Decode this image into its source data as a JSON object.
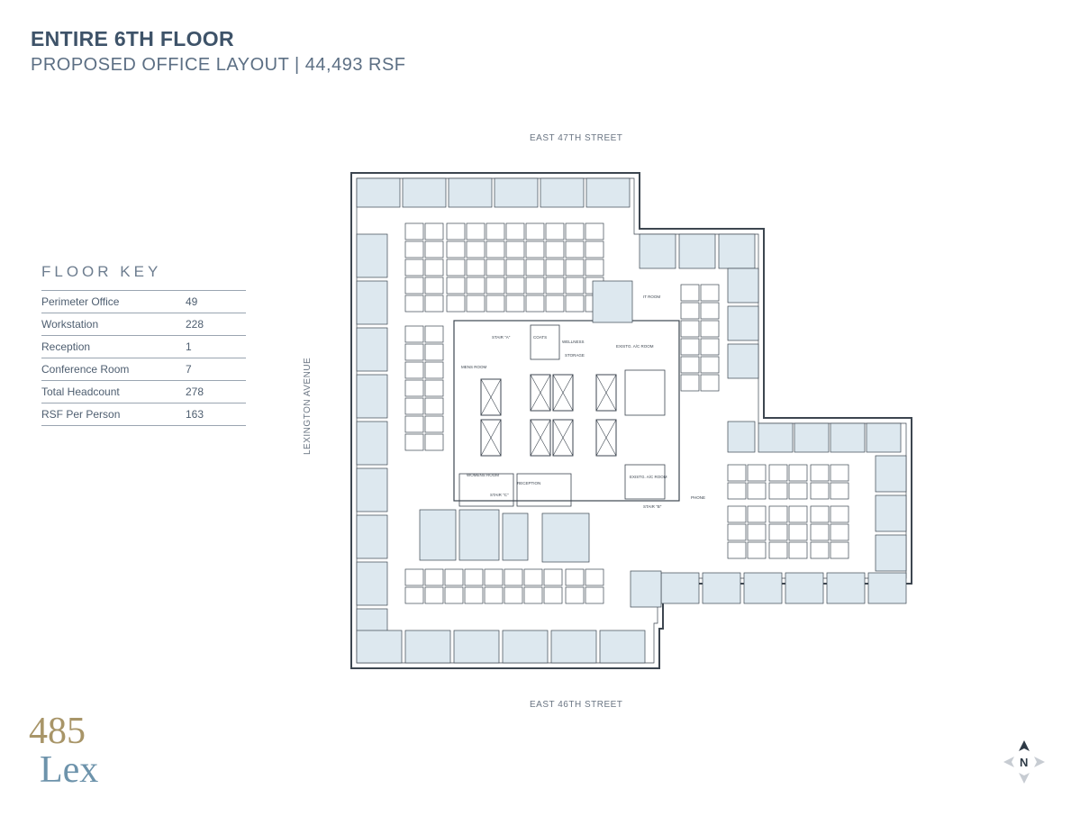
{
  "header": {
    "title": "ENTIRE 6TH FLOOR",
    "subtitle": "PROPOSED OFFICE LAYOUT  | 44,493 RSF"
  },
  "floor_key": {
    "heading": "FLOOR KEY",
    "rows": [
      {
        "label": "Perimeter Office",
        "value": "49"
      },
      {
        "label": "Workstation",
        "value": "228"
      },
      {
        "label": "Reception",
        "value": "1"
      },
      {
        "label": "Conference Room",
        "value": "7"
      },
      {
        "label": "Total Headcount",
        "value": "278"
      },
      {
        "label": "RSF Per Person",
        "value": "163"
      }
    ]
  },
  "streets": {
    "north": "EAST 47TH STREET",
    "south": "EAST 46TH STREET",
    "west": "LEXINGTON  AVENUE"
  },
  "plan_labels": {
    "reception": "RECEPTION",
    "womens_room": "WOMENS ROOM",
    "mens_room": "MENS ROOM",
    "stair_a": "STAIR \"A\"",
    "stair_b": "STAIR \"B\"",
    "stair_c": "STAIR \"C\"",
    "it_room": "IT ROOM",
    "ac_room_north": "EXISTG. A/C ROOM",
    "ac_room_south": "EXISTG. A/C ROOM",
    "storage": "STORAGE",
    "coats": "COATS",
    "wellness": "WELLNESS",
    "phone": "PHONE"
  },
  "logo": {
    "top": "485",
    "bottom": "Lex"
  },
  "compass": {
    "letter": "N"
  },
  "colors": {
    "office_fill": "#dde8ef",
    "line": "#3d4650",
    "title": "#3e5369",
    "logo_gold": "#a89568",
    "logo_blue": "#6d93ab"
  }
}
